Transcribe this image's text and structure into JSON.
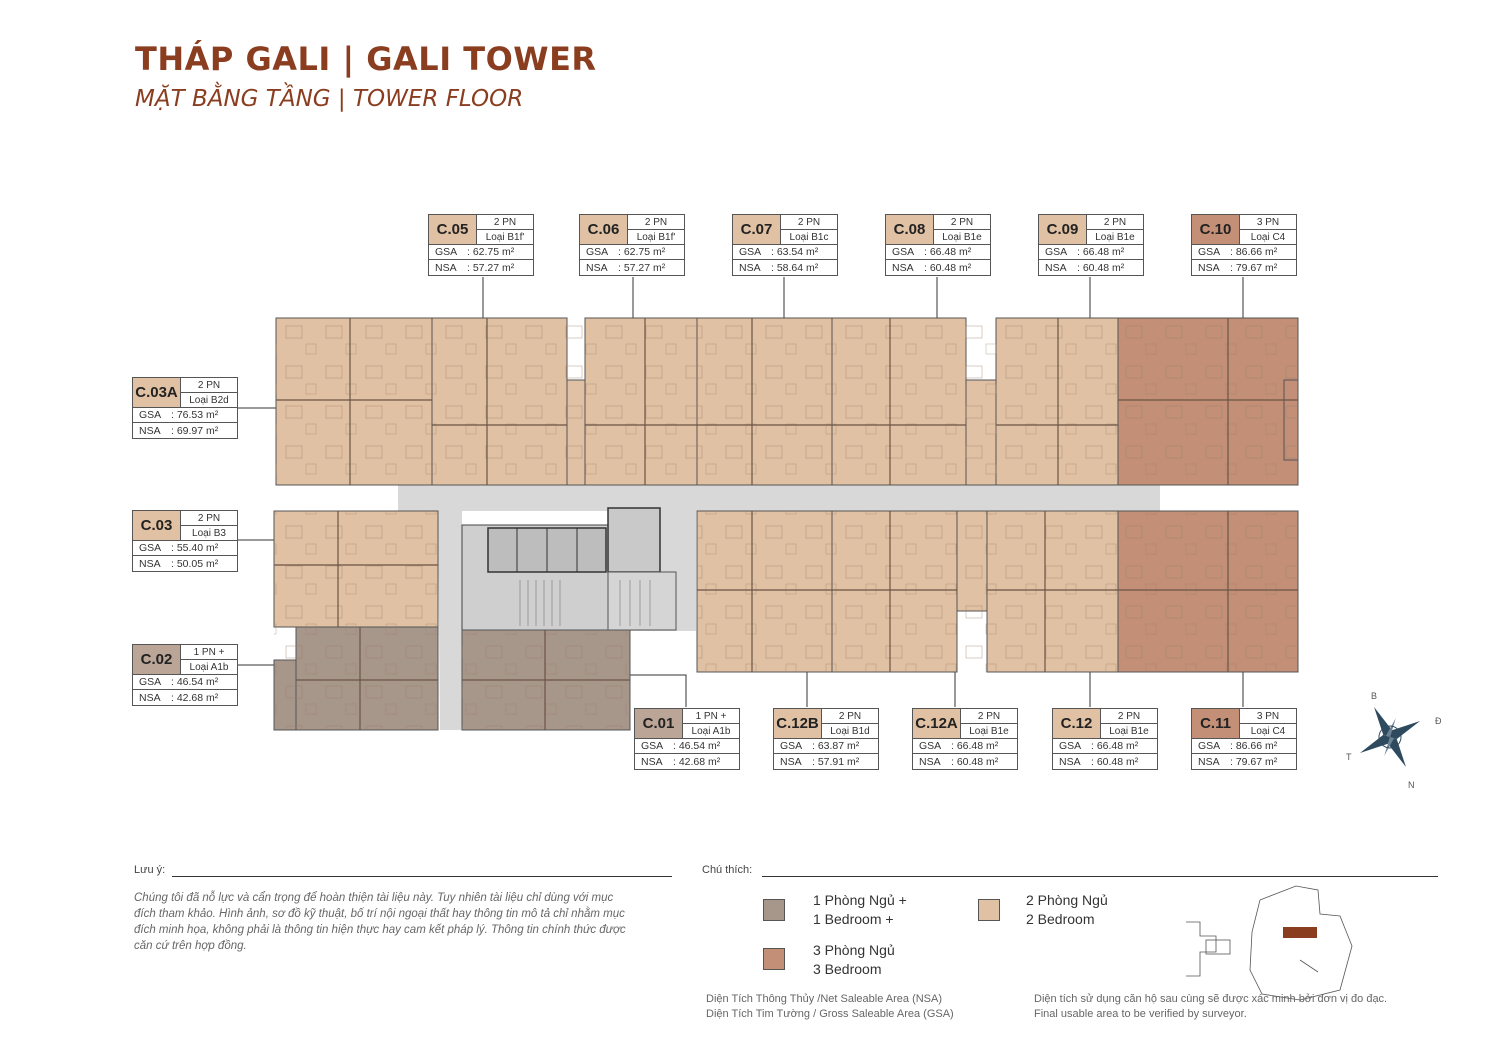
{
  "header": {
    "title": "THÁP GALI | GALI TOWER",
    "subtitle": "MẶT BẰNG TẦNG | TOWER FLOOR"
  },
  "units": {
    "c05": {
      "code": "C.05",
      "bedrooms": "2 PN",
      "type": "Loại B1f'",
      "gsa_label": "GSA",
      "gsa": ": 62.75 m²",
      "nsa_label": "NSA",
      "nsa": ": 57.27 m²"
    },
    "c06": {
      "code": "C.06",
      "bedrooms": "2 PN",
      "type": "Loại B1f'",
      "gsa_label": "GSA",
      "gsa": ": 62.75 m²",
      "nsa_label": "NSA",
      "nsa": ": 57.27 m²"
    },
    "c07": {
      "code": "C.07",
      "bedrooms": "2 PN",
      "type": "Loại B1c",
      "gsa_label": "GSA",
      "gsa": ": 63.54 m²",
      "nsa_label": "NSA",
      "nsa": ": 58.64 m²"
    },
    "c08": {
      "code": "C.08",
      "bedrooms": "2 PN",
      "type": "Loại B1e",
      "gsa_label": "GSA",
      "gsa": ": 66.48 m²",
      "nsa_label": "NSA",
      "nsa": ": 60.48 m²"
    },
    "c09": {
      "code": "C.09",
      "bedrooms": "2 PN",
      "type": "Loại B1e",
      "gsa_label": "GSA",
      "gsa": ": 66.48 m²",
      "nsa_label": "NSA",
      "nsa": ": 60.48 m²"
    },
    "c10": {
      "code": "C.10",
      "bedrooms": "3 PN",
      "type": "Loại C4",
      "gsa_label": "GSA",
      "gsa": ": 86.66 m²",
      "nsa_label": "NSA",
      "nsa": ": 79.67 m²"
    },
    "c03a": {
      "code": "C.03A",
      "bedrooms": "2 PN",
      "type": "Loại B2d",
      "gsa_label": "GSA",
      "gsa": ": 76.53 m²",
      "nsa_label": "NSA",
      "nsa": ": 69.97 m²"
    },
    "c03": {
      "code": "C.03",
      "bedrooms": "2 PN",
      "type": "Loại B3",
      "gsa_label": "GSA",
      "gsa": ": 55.40 m²",
      "nsa_label": "NSA",
      "nsa": ": 50.05 m²"
    },
    "c02": {
      "code": "C.02",
      "bedrooms": "1 PN +",
      "type": "Loại A1b",
      "gsa_label": "GSA",
      "gsa": ": 46.54 m²",
      "nsa_label": "NSA",
      "nsa": ": 42.68 m²"
    },
    "c01": {
      "code": "C.01",
      "bedrooms": "1 PN +",
      "type": "Loại A1b",
      "gsa_label": "GSA",
      "gsa": ": 46.54 m²",
      "nsa_label": "NSA",
      "nsa": ": 42.68 m²"
    },
    "c12b": {
      "code": "C.12B",
      "bedrooms": "2 PN",
      "type": "Loại B1d",
      "gsa_label": "GSA",
      "gsa": ": 63.87 m²",
      "nsa_label": "NSA",
      "nsa": ": 57.91 m²"
    },
    "c12a": {
      "code": "C.12A",
      "bedrooms": "2 PN",
      "type": "Loại B1e",
      "gsa_label": "GSA",
      "gsa": ": 66.48 m²",
      "nsa_label": "NSA",
      "nsa": ": 60.48 m²"
    },
    "c12": {
      "code": "C.12",
      "bedrooms": "2 PN",
      "type": "Loại B1e",
      "gsa_label": "GSA",
      "gsa": ": 66.48 m²",
      "nsa_label": "NSA",
      "nsa": ": 60.48 m²"
    },
    "c11": {
      "code": "C.11",
      "bedrooms": "3 PN",
      "type": "Loại C4",
      "gsa_label": "GSA",
      "gsa": ": 86.66 m²",
      "nsa_label": "NSA",
      "nsa": ": 79.67 m²"
    }
  },
  "compass": {
    "n": "B",
    "e": "Đ",
    "s": "N",
    "w": "T"
  },
  "notes": {
    "label": "Lưu ý:",
    "text": "Chúng tôi đã nỗ lực và cẩn trọng để hoàn thiện tài liệu này. Tuy nhiên tài liệu chỉ dùng với mục đích tham khảo. Hình ảnh, sơ đồ kỹ thuật, bố trí nội ngoại thất hay thông tin mô tả chỉ nhằm mục đích minh họa, không phải là thông tin hiện thực hay cam kết pháp lý. Thông tin chính thức được căn cứ trên hợp đồng."
  },
  "legend": {
    "label": "Chú thích:",
    "one_bed_vi": "1 Phòng Ngủ +",
    "one_bed_en": "1 Bedroom +",
    "two_bed_vi": "2 Phòng Ngủ",
    "two_bed_en": "2 Bedroom",
    "three_bed_vi": "3 Phòng Ngủ",
    "three_bed_en": "3 Bedroom",
    "colors": {
      "one_bed": "#a7968a",
      "two_bed": "#e1c1a3",
      "three_bed": "#c38f77"
    }
  },
  "footer": {
    "nsa_def": "Diện Tích Thông Thủy /Net Saleable Area (NSA)",
    "gsa_def": "Diện Tích Tim Tường / Gross Saleable Area (GSA)",
    "verify_vi": "Diện tích sử dụng căn hộ sau cùng sẽ được xác minh bởi đơn vị đo đạc.",
    "verify_en": "Final usable area to be verified by surveyor."
  }
}
